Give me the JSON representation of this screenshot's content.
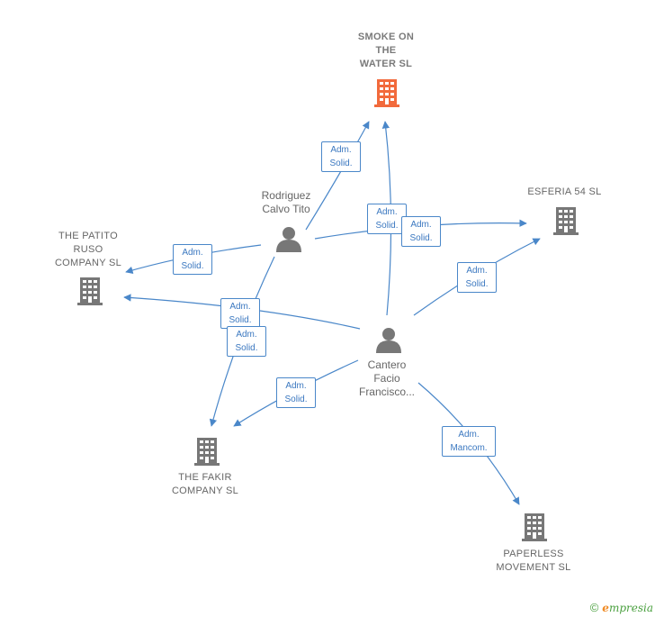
{
  "nodes": {
    "smoke": {
      "label": "SMOKE ON\nTHE\nWATER  SL",
      "type": "company",
      "color": "#f26a3c"
    },
    "esferia": {
      "label": "ESFERIA 54 SL",
      "type": "company",
      "color": "#777777"
    },
    "patito": {
      "label": "THE PATITO\nRUSO\nCOMPANY  SL",
      "type": "company",
      "color": "#777777"
    },
    "fakir": {
      "label": "THE FAKIR\nCOMPANY  SL",
      "type": "company",
      "color": "#777777"
    },
    "paperless": {
      "label": "PAPERLESS\nMOVEMENT  SL",
      "type": "company",
      "color": "#777777"
    },
    "rodriguez": {
      "label": "Rodriguez\nCalvo Tito",
      "type": "person",
      "color": "#777777"
    },
    "cantero": {
      "label": "Cantero\nFacio\nFrancisco...",
      "type": "person",
      "color": "#777777"
    }
  },
  "edges": [
    {
      "id": "e1",
      "label": "Adm.\nSolid."
    },
    {
      "id": "e2",
      "label": "Adm.\nSolid."
    },
    {
      "id": "e3",
      "label": "Adm.\nSolid."
    },
    {
      "id": "e4",
      "label": "Adm.\nSolid."
    },
    {
      "id": "e5",
      "label": "Adm.\nSolid."
    },
    {
      "id": "e6",
      "label": "Adm.\nSolid."
    },
    {
      "id": "e7",
      "label": "Adm.\nSolid."
    },
    {
      "id": "e8",
      "label": "Adm.\nSolid."
    },
    {
      "id": "e9",
      "label": "Adm.\nMancom."
    }
  ],
  "edge_color": "#4a87c9",
  "footer": {
    "copyright": "©",
    "brand_e": "e",
    "brand_rest": "mpresia"
  }
}
